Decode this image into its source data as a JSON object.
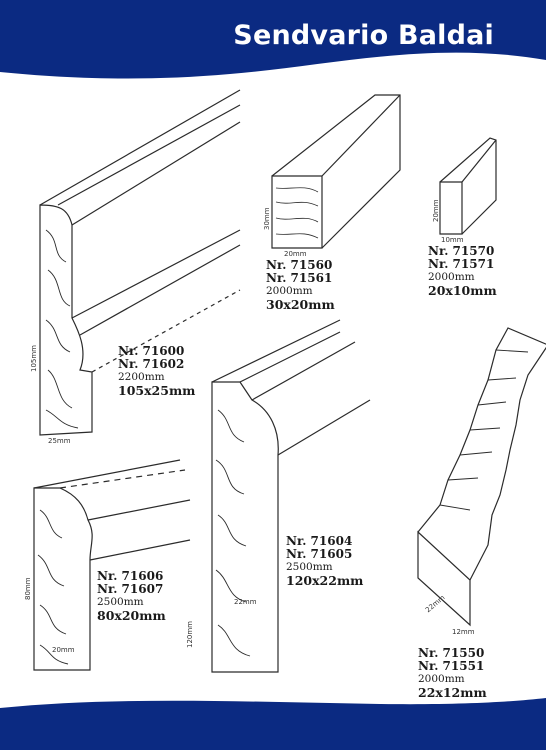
{
  "header": {
    "title": "Sendvario Baldai"
  },
  "colors": {
    "brand_blue": "#0b2a82",
    "line": "#2b2b2b"
  },
  "products": [
    {
      "nr1": "Nr. 71600",
      "nr2": "Nr. 71602",
      "length": "2200mm",
      "size": "105x25mm",
      "dims": [
        "105mm",
        "25mm"
      ]
    },
    {
      "nr1": "Nr. 71560",
      "nr2": "Nr. 71561",
      "length": "2000mm",
      "size": "30x20mm",
      "dims": [
        "30mm",
        "20mm"
      ]
    },
    {
      "nr1": "Nr. 71570",
      "nr2": "Nr. 71571",
      "length": "2000mm",
      "size": "20x10mm",
      "dims": [
        "20mm",
        "10mm"
      ]
    },
    {
      "nr1": "Nr. 71604",
      "nr2": "Nr. 71605",
      "length": "2500mm",
      "size": "120x22mm",
      "dims": [
        "22mm"
      ]
    },
    {
      "nr1": "Nr. 71606",
      "nr2": "Nr. 71607",
      "length": "2500mm",
      "size": "80x20mm",
      "dims": [
        "80mm",
        "20mm",
        "120mm"
      ]
    },
    {
      "nr1": "Nr. 71550",
      "nr2": "Nr. 71551",
      "length": "2000mm",
      "size": "22x12mm",
      "dims": [
        "22mm",
        "12mm"
      ]
    }
  ]
}
